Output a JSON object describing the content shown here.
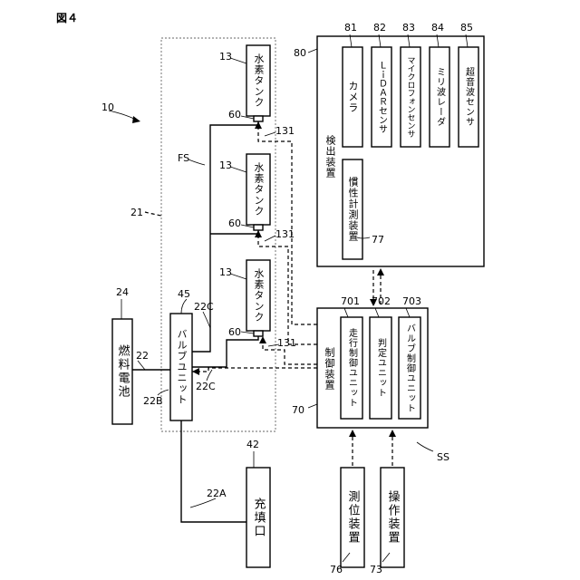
{
  "figure_label": "図４",
  "refs": {
    "system": "10",
    "tank_region": "21",
    "fuel_cell": "24",
    "main_line": "22",
    "branch_b": "22B",
    "branch_c_top": "22C",
    "branch_c_bottom": "22C",
    "branch_a": "22A",
    "valve": "45",
    "fill_port": "42",
    "tank": "13",
    "port": "60",
    "signal": "131",
    "fs": "FS",
    "ss": "SS",
    "controller": "70",
    "drive": "701",
    "judge": "702",
    "valve_ctrl": "703",
    "positioning": "76",
    "operation": "73",
    "detector": "80",
    "camera": "81",
    "lidar": "82",
    "microphone": "83",
    "millimeter": "84",
    "ultrasonic": "85",
    "inertial": "77"
  },
  "labels": {
    "fuel_cell": "燃料電池",
    "valve_unit": "バルブユニット",
    "fill_port": "充填口",
    "tank": "水素タンク",
    "controller": "制御装置",
    "drive_ctrl": "走行制御ユニット",
    "judge_unit": "判定ユニット",
    "valve_ctrl": "バルブ制御ユニット",
    "positioning": "測位装置",
    "operation": "操作装置",
    "detector": "検出装置",
    "camera": "カメラ",
    "lidar": "ＬｉＤＡＲセンサ",
    "microphone": "マイクロフォンセンサ",
    "millimeter": "ミリ波レーダ",
    "ultrasonic": "超音波センサ",
    "inertial": "慣性計測装置"
  }
}
